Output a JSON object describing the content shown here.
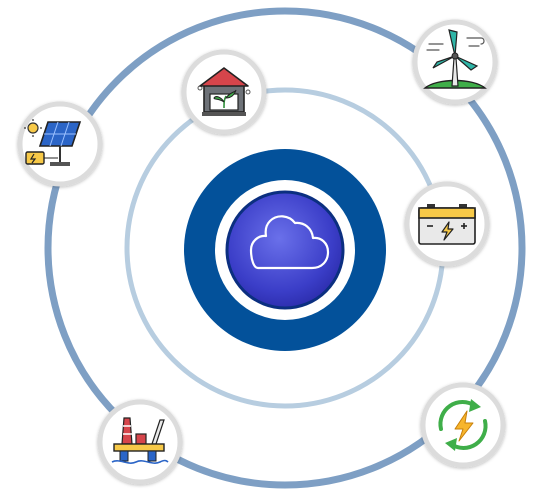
{
  "diagram": {
    "center": {
      "icon": "cloud-icon",
      "fill": "#3b3ec8",
      "ring": "#03519a"
    },
    "rings": {
      "outer": "#7e9fc4",
      "inner": "#b7cde0"
    },
    "nodes": [
      {
        "id": "solar-panel",
        "icon": "solar-panel-icon"
      },
      {
        "id": "green-house",
        "icon": "green-house-icon"
      },
      {
        "id": "wind-turbine",
        "icon": "wind-turbine-icon"
      },
      {
        "id": "battery",
        "icon": "battery-icon"
      },
      {
        "id": "renewable-energy",
        "icon": "renewable-energy-icon"
      },
      {
        "id": "oil-rig",
        "icon": "oil-rig-icon"
      }
    ]
  }
}
